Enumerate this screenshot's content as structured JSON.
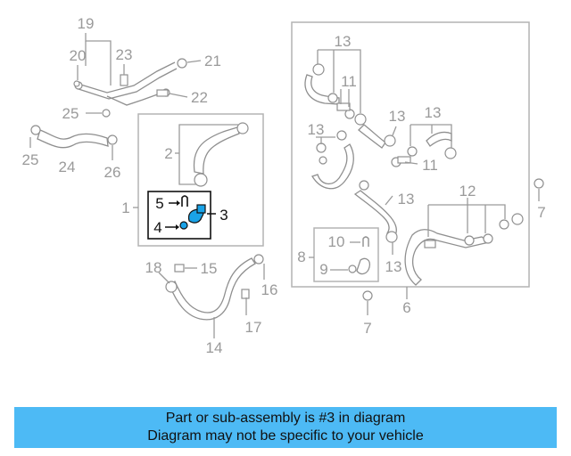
{
  "callouts": {
    "c1": "1",
    "c2": "2",
    "c3": "3",
    "c4": "4",
    "c5": "5",
    "c6": "6",
    "c7a": "7",
    "c7b": "7",
    "c8": "8",
    "c9": "9",
    "c10": "10",
    "c11a": "11",
    "c11b": "11",
    "c12": "12",
    "c13a": "13",
    "c13b": "13",
    "c13c": "13",
    "c13d": "13",
    "c13e": "13",
    "c14": "14",
    "c15": "15",
    "c16": "16",
    "c17": "17",
    "c18": "18",
    "c19": "19",
    "c20": "20",
    "c21": "21",
    "c22": "22",
    "c23": "23",
    "c24": "24",
    "c25a": "25",
    "c25b": "25",
    "c26": "26"
  },
  "highlight": {
    "part": "3",
    "color": "#1aa3e8"
  },
  "caption": {
    "line1": "Part or sub-assembly is #3 in diagram",
    "line2": "Diagram may not be specific to your vehicle",
    "background": "#4dbaf5"
  }
}
